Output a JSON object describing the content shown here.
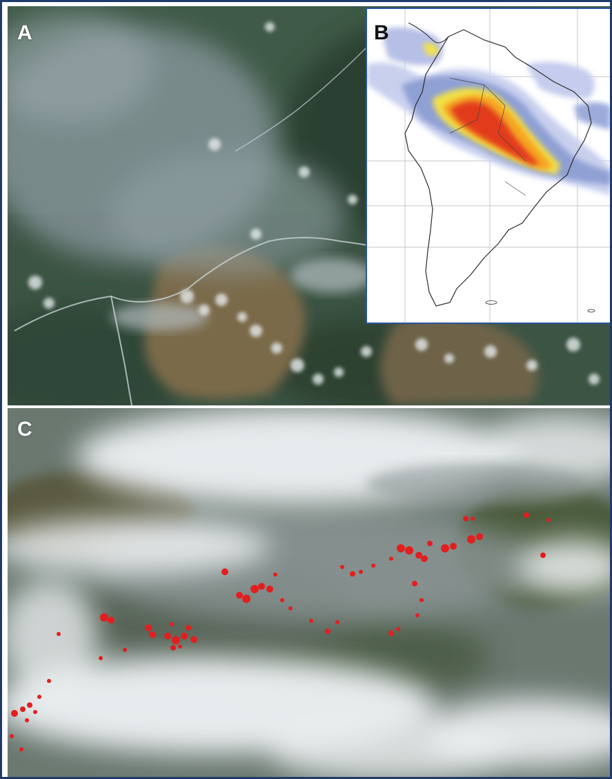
{
  "figure": {
    "panels": [
      {
        "id": "A",
        "label": "A",
        "content": "satellite-image-smoke-over-forest"
      },
      {
        "id": "B",
        "label": "B",
        "content": "aerosol-concentration-map-south-america"
      },
      {
        "id": "C",
        "label": "C",
        "content": "satellite-image-fire-hotspots"
      }
    ]
  },
  "colors": {
    "border": "#1f3a6b",
    "map_border": "#2a55a2",
    "fire_points": "#e21f1f",
    "plume_high": "#e23a1c",
    "plume_mid": "#f5a623",
    "plume_low": "#f2e14a",
    "plume_edge": "#8fa0d4"
  }
}
